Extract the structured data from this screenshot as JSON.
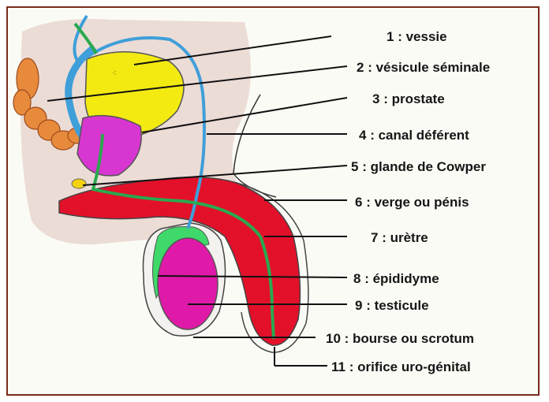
{
  "labels": [
    {
      "num": "1",
      "text": "vessie"
    },
    {
      "num": "2",
      "text": "vésicule séminale"
    },
    {
      "num": "3",
      "text": "prostate"
    },
    {
      "num": "4",
      "text": "canal déférent"
    },
    {
      "num": "5",
      "text": "glande de Cowper"
    },
    {
      "num": "6",
      "text": "verge ou pénis"
    },
    {
      "num": "7",
      "text": "urètre"
    },
    {
      "num": "8",
      "text": "épididyme"
    },
    {
      "num": "9",
      "text": "testicule"
    },
    {
      "num": "10",
      "text": "bourse ou scrotum"
    },
    {
      "num": "11",
      "text": "orifice uro-génital"
    }
  ],
  "colors": {
    "frame": "#7a2a1a",
    "body_region": "#ecdcd6",
    "bladder": "#f3ea12",
    "prostate": "#d836d0",
    "vas_deferens": "#3f9fd9",
    "urethra": "#2aa94e",
    "penis": "#e3102a",
    "testis": "#e01aa8",
    "epididymis": "#3fd86a",
    "seminal_vesicle": "#e88a3c",
    "cowper_gland": "#f4d20f"
  }
}
